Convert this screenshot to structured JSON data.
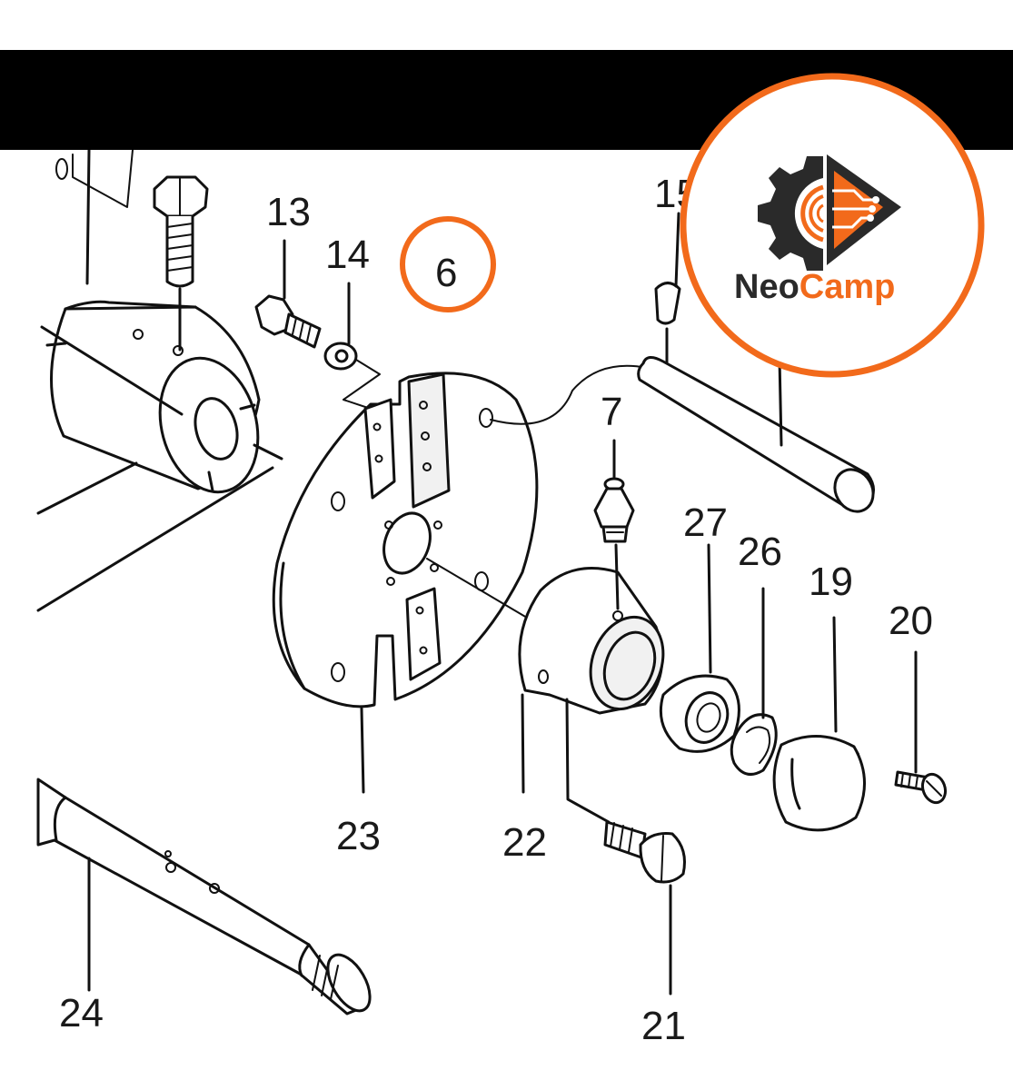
{
  "callouts": {
    "p13": "13",
    "p14": "14",
    "p6": "6",
    "p15": "15",
    "p7": "7",
    "p27": "27",
    "p26": "26",
    "p19": "19",
    "p20": "20",
    "p23": "23",
    "p22": "22",
    "p24": "24",
    "p21": "21"
  },
  "logo": {
    "name_part1": "Neo",
    "name_part2": "Camp"
  },
  "colors": {
    "accent": "#F26A1B",
    "banner": "#000000",
    "line": "#111111",
    "logo_dark": "#2A2A2A"
  },
  "highlight": {
    "part": "6"
  }
}
